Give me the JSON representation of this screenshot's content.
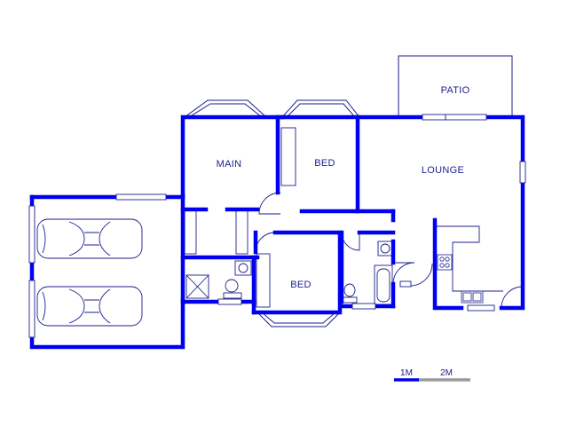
{
  "rooms": {
    "patio": "PATIO",
    "main": "MAIN",
    "bed1": "BED",
    "lounge": "LOUNGE",
    "bed2": "BED"
  },
  "scale": {
    "label_1": "1M",
    "label_2": "2M"
  },
  "colors": {
    "wall": "#0000ee",
    "fixture": "#1d1d8f",
    "text": "#1d1d8f",
    "scale_gray": "#9a9a9a"
  }
}
